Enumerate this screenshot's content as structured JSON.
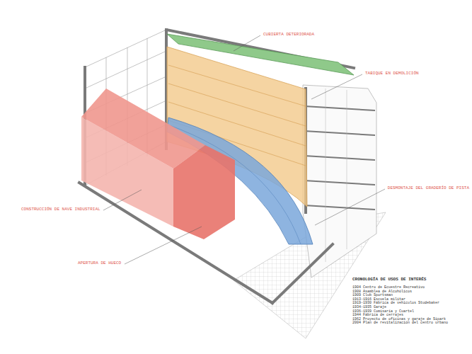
{
  "diagram": {
    "labels": [
      "CUBIERTA DETERIORADA",
      "TABIQUE EN DEMOLICIÓN",
      "DESMONTAJE DEL GRADERÍO DE PISTA",
      "CONSTRUCCIÓN DE NAVE INDUSTRIAL",
      "APERTURA DE HUECO",
      "CRONOLOGÍA DE USOS DE INTERÉS",
      "1904 Centro de Ecuestre Recreativo",
      "1908 Asamblea de Alcohólicos",
      "1909 Club Sportsman",
      "1913-1916 Escuela militar",
      "1919-1930 Fábrica de vehículos Studebaker",
      "1934-1935 Garaje",
      "1936-1939 Comisaría y Cuartel",
      "1944 Fábrica de cerrajes",
      "1962 Proyecto de oficinas y garaje de Sipark",
      "2004 Plan de revitalización del centro urbano"
    ]
  }
}
